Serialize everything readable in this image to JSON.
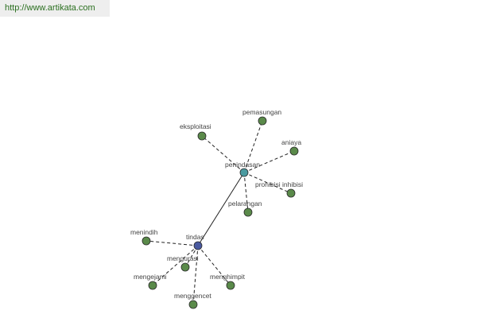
{
  "header": {
    "url": "http://www.artikata.com"
  },
  "colors": {
    "leaf": "#5a8a4a",
    "hub_teal": "#4a9aa0",
    "hub_blue": "#4a5aa0",
    "outline": "#2a2a2a"
  },
  "graph": {
    "nodes": [
      {
        "id": "penindasan",
        "label": "penindasan",
        "kind": "hub_teal"
      },
      {
        "id": "tindas",
        "label": "tindas",
        "kind": "hub_blue"
      },
      {
        "id": "eksploitasi",
        "label": "eksploitasi",
        "kind": "leaf"
      },
      {
        "id": "pemasungan",
        "label": "pemasungan",
        "kind": "leaf"
      },
      {
        "id": "aniaya",
        "label": "aniaya",
        "kind": "leaf"
      },
      {
        "id": "prohibisi",
        "label": "prohibisi inhibisi",
        "kind": "leaf"
      },
      {
        "id": "pelarangan",
        "label": "pelarangan",
        "kind": "leaf"
      },
      {
        "id": "menindih",
        "label": "menindih",
        "kind": "leaf"
      },
      {
        "id": "mengurasi",
        "label": "mengurasi",
        "kind": "leaf"
      },
      {
        "id": "mengejami",
        "label": "mengejami",
        "kind": "leaf"
      },
      {
        "id": "menghimpit",
        "label": "menghimpit",
        "kind": "leaf"
      },
      {
        "id": "menggencet",
        "label": "menggencet",
        "kind": "leaf"
      }
    ],
    "edges": [
      {
        "from": "penindasan",
        "to": "tindas",
        "style": "solid"
      },
      {
        "from": "penindasan",
        "to": "eksploitasi",
        "style": "dashed"
      },
      {
        "from": "penindasan",
        "to": "pemasungan",
        "style": "dashed"
      },
      {
        "from": "penindasan",
        "to": "aniaya",
        "style": "dashed"
      },
      {
        "from": "penindasan",
        "to": "prohibisi",
        "style": "dashed"
      },
      {
        "from": "penindasan",
        "to": "pelarangan",
        "style": "dashed"
      },
      {
        "from": "tindas",
        "to": "menindih",
        "style": "dashed"
      },
      {
        "from": "tindas",
        "to": "mengurasi",
        "style": "dashed"
      },
      {
        "from": "tindas",
        "to": "mengejami",
        "style": "dashed"
      },
      {
        "from": "tindas",
        "to": "menghimpit",
        "style": "dashed"
      },
      {
        "from": "tindas",
        "to": "menggencet",
        "style": "dashed"
      }
    ]
  }
}
